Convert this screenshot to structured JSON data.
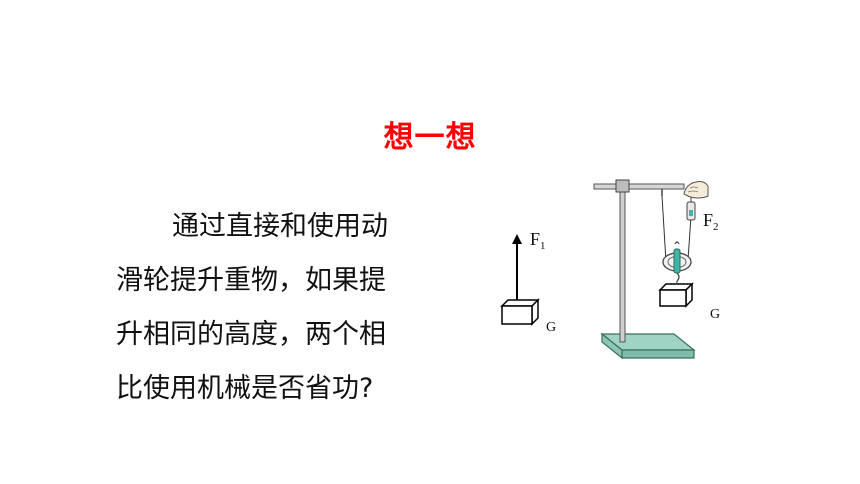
{
  "title": "想一想",
  "paragraph": {
    "lines": [
      "通过直接和使用动",
      "滑轮提升重物，如果提",
      "升相同的高度，两个相",
      "比使用机械是否省功?"
    ]
  },
  "figure_left": {
    "force_label": "F",
    "force_subscript": "1",
    "weight_label": "G"
  },
  "figure_right": {
    "force_label": "F",
    "force_subscript": "2",
    "weight_label": "G"
  },
  "colors": {
    "title": "#ff0000",
    "text": "#111111",
    "base": "#9fd4c4"
  }
}
